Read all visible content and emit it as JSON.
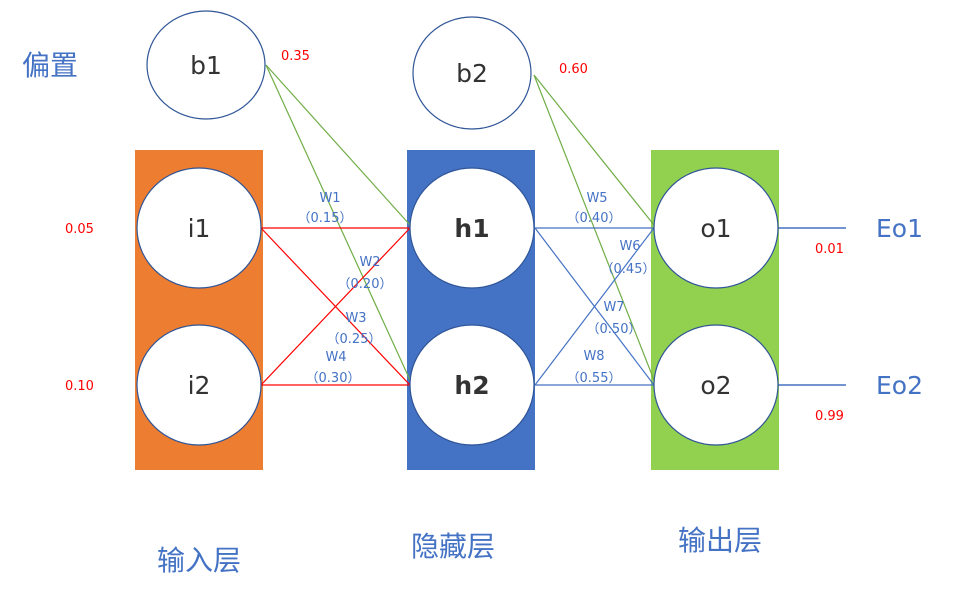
{
  "colors": {
    "input_layer": "#ED7D31",
    "hidden_layer": "#4472C4",
    "output_layer": "#92D050",
    "text_blue": "#4472C4",
    "value_red": "#FF0000",
    "input_edge": "#FF0000",
    "hidden_edge": "#4472C4",
    "bias_edge": "#70AD47",
    "node_stroke": "#2F5597",
    "node_fill": "#FFFFFF"
  },
  "labels": {
    "bias_title": "偏置",
    "input_layer": "输入层",
    "hidden_layer": "隐藏层",
    "output_layer": "输出层"
  },
  "nodes": {
    "b1": "b1",
    "b2": "b2",
    "i1": "i1",
    "i2": "i2",
    "h1": "h1",
    "h2": "h2",
    "o1": "o1",
    "o2": "o2"
  },
  "values": {
    "b1": "0.35",
    "b2": "0.60",
    "i1": "0.05",
    "i2": "0.10",
    "o1_target": "0.01",
    "o2_target": "0.99"
  },
  "outputs": {
    "eo1": "Eo1",
    "eo2": "Eo2"
  },
  "weights": {
    "w1": {
      "name": "W1",
      "value": "（0.15）"
    },
    "w2": {
      "name": "W2",
      "value": "（0.20）"
    },
    "w3": {
      "name": "W3",
      "value": "（0.25）"
    },
    "w4": {
      "name": "W4",
      "value": "（0.30）"
    },
    "w5": {
      "name": "W5",
      "value": "（0.40）"
    },
    "w6": {
      "name": "W6",
      "value": "（0.45）"
    },
    "w7": {
      "name": "W7",
      "value": "（0.50）"
    },
    "w8": {
      "name": "W8",
      "value": "（0.55）"
    }
  }
}
